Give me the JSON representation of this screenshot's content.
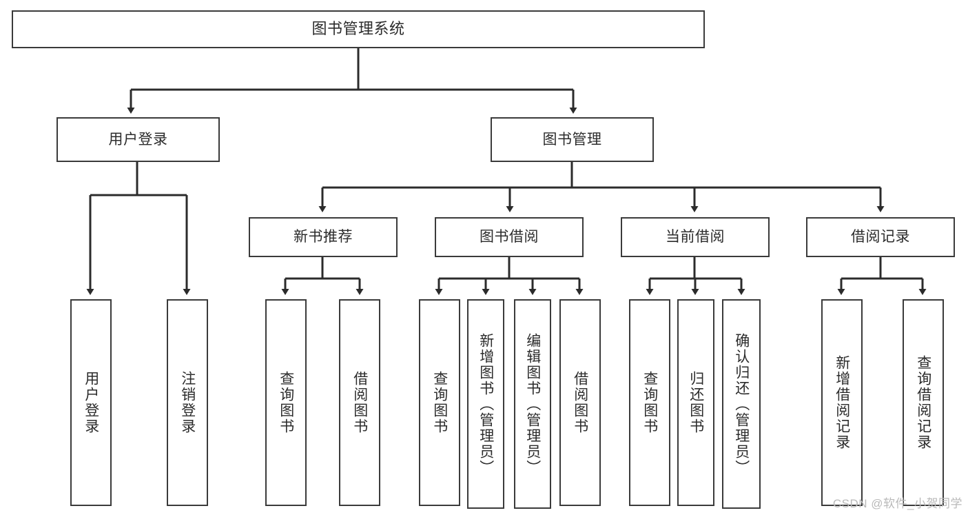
{
  "diagram": {
    "title": "图书管理系统",
    "type": "tree-hierarchy-diagram",
    "colors": {
      "box_border": "#3a3a3a",
      "box_fill": "#ffffff",
      "connector": "#2b2b2b",
      "text": "#2b2b2b",
      "watermark": "#b9b9b9"
    },
    "levels": {
      "root": {
        "label": "图书管理系统"
      },
      "level2": [
        {
          "id": "user-login",
          "label": "用户登录"
        },
        {
          "id": "book-manage",
          "label": "图书管理"
        }
      ],
      "level3": [
        {
          "id": "new-book-recommend",
          "label": "新书推荐"
        },
        {
          "id": "book-borrow",
          "label": "图书借阅"
        },
        {
          "id": "current-borrow",
          "label": "当前借阅"
        },
        {
          "id": "borrow-record",
          "label": "借阅记录"
        }
      ],
      "leaves": [
        {
          "id": "leaf-user-login",
          "label": "用户登录",
          "parent": "user-login"
        },
        {
          "id": "leaf-logout",
          "label": "注销登录",
          "parent": "user-login"
        },
        {
          "id": "leaf-query-book-1",
          "label": "查询图书",
          "parent": "new-book-recommend"
        },
        {
          "id": "leaf-borrow-book-1",
          "label": "借阅图书",
          "parent": "new-book-recommend"
        },
        {
          "id": "leaf-query-book-2",
          "label": "查询图书",
          "parent": "book-borrow"
        },
        {
          "id": "leaf-add-book",
          "label": "新增图书（管理员）",
          "parent": "book-borrow"
        },
        {
          "id": "leaf-edit-book",
          "label": "编辑图书（管理员）",
          "parent": "book-borrow"
        },
        {
          "id": "leaf-borrow-book-2",
          "label": "借阅图书",
          "parent": "book-borrow"
        },
        {
          "id": "leaf-query-book-3",
          "label": "查询图书",
          "parent": "current-borrow"
        },
        {
          "id": "leaf-return-book",
          "label": "归还图书",
          "parent": "current-borrow"
        },
        {
          "id": "leaf-confirm-return",
          "label": "确认归还（管理员）",
          "parent": "current-borrow"
        },
        {
          "id": "leaf-add-record",
          "label": "新增借阅记录",
          "parent": "borrow-record"
        },
        {
          "id": "leaf-query-record",
          "label": "查询借阅记录",
          "parent": "borrow-record"
        }
      ]
    },
    "watermark": "CSDN @软件_小贺同学"
  }
}
